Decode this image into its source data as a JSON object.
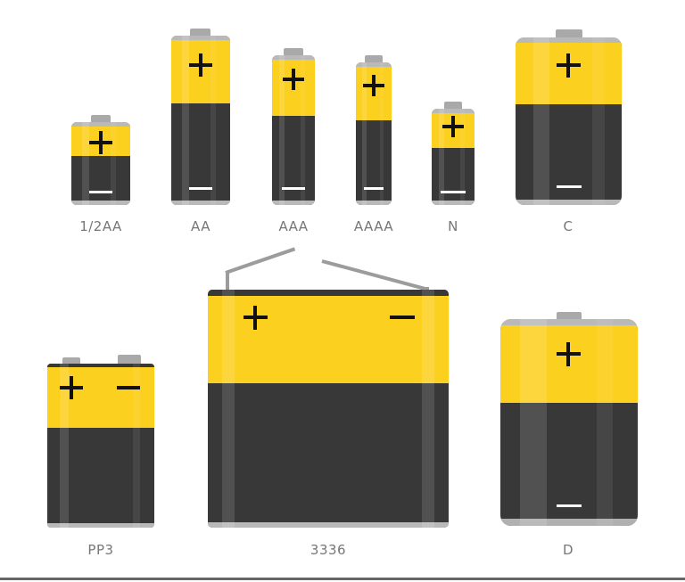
{
  "batteries": [
    {
      "id": "half-aa",
      "label": "1/2AA",
      "positive": "+",
      "negative": "−"
    },
    {
      "id": "aa",
      "label": "AA",
      "positive": "+",
      "negative": "−"
    },
    {
      "id": "aaa",
      "label": "AAA",
      "positive": "+",
      "negative": "−"
    },
    {
      "id": "aaaa",
      "label": "AAAA",
      "positive": "+",
      "negative": "−"
    },
    {
      "id": "n",
      "label": "N",
      "positive": "+",
      "negative": "−"
    },
    {
      "id": "c",
      "label": "C",
      "positive": "+",
      "negative": "−"
    },
    {
      "id": "pp3",
      "label": "PP3",
      "positive": "+",
      "negative": "−"
    },
    {
      "id": "3336",
      "label": "3336",
      "positive": "+",
      "negative": "−"
    },
    {
      "id": "d",
      "label": "D",
      "positive": "+",
      "negative": "−"
    }
  ],
  "colors": {
    "yellow": "#fcd01f",
    "dark": "#383838",
    "metal": "#a9a9a9",
    "label": "#777777"
  }
}
